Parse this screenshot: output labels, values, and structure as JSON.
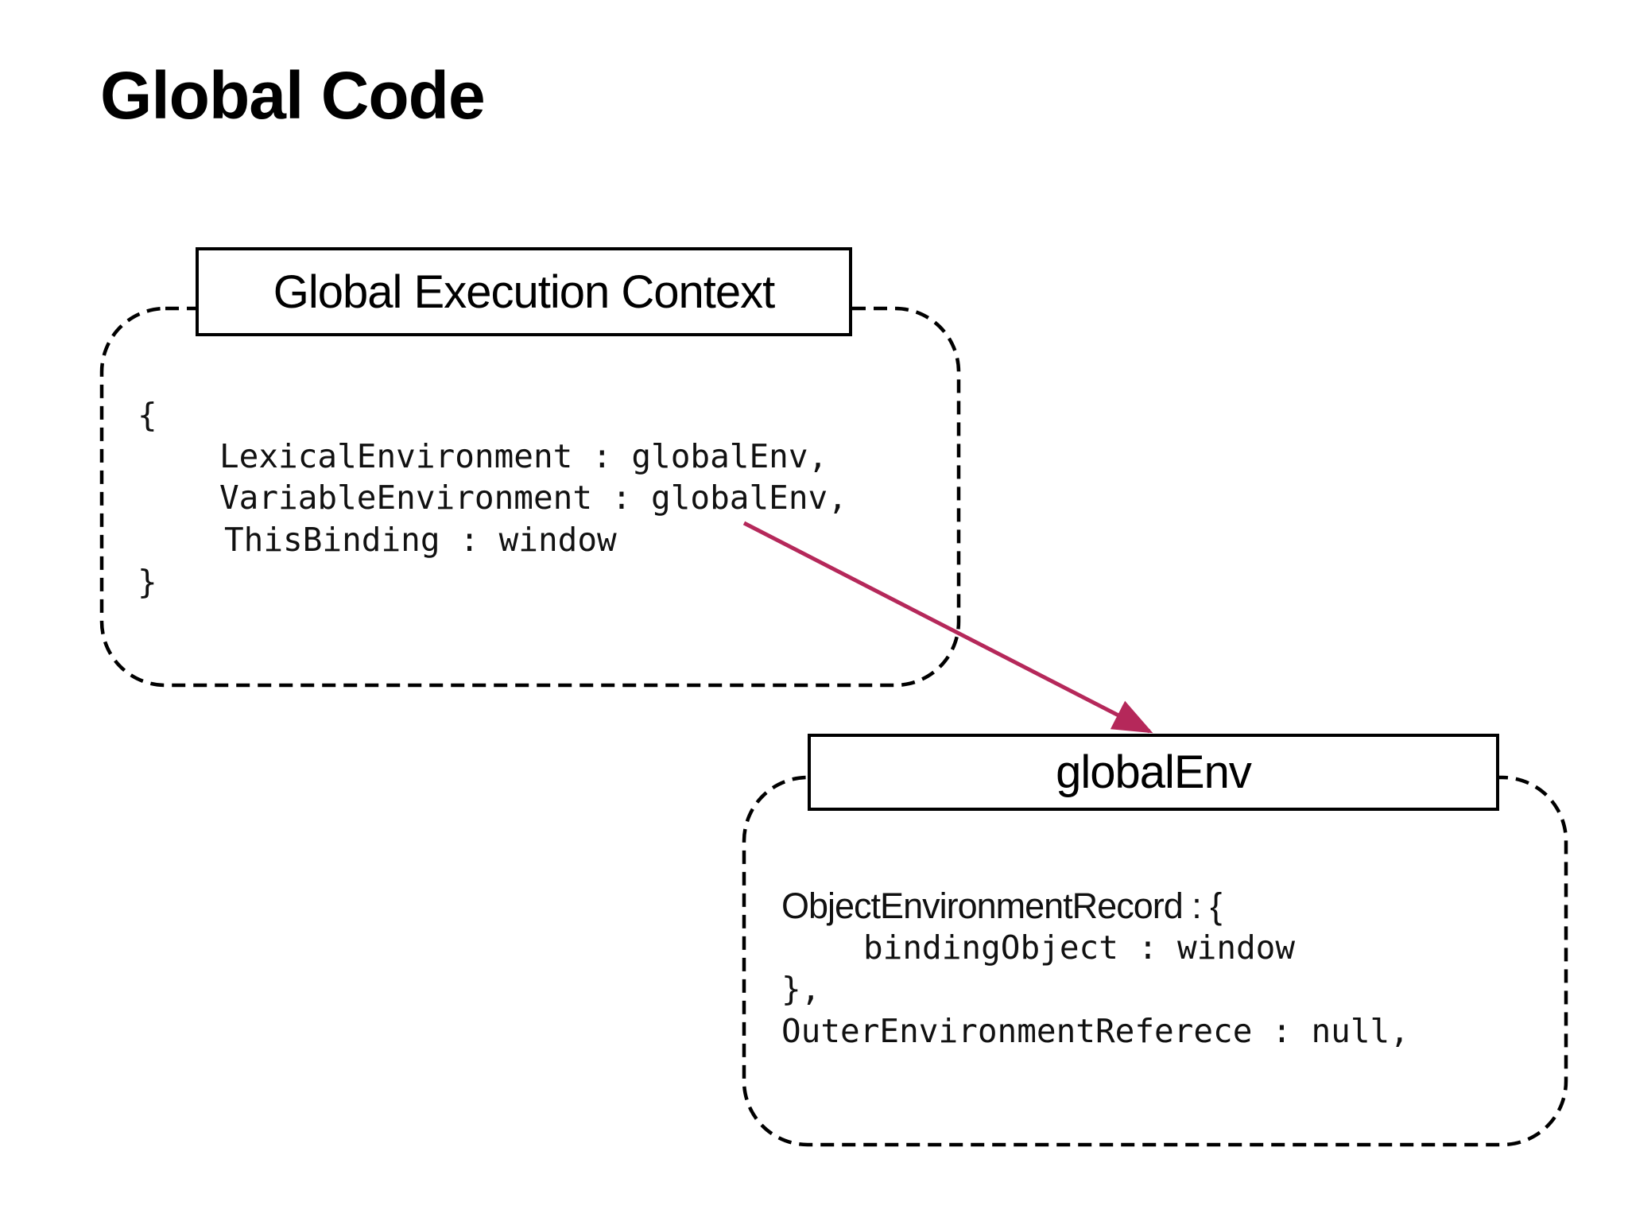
{
  "slide": {
    "title": "Global Code"
  },
  "execution_context": {
    "label": "Global Execution Context",
    "open_brace": "{",
    "lexical_environment": "LexicalEnvironment : globalEnv,",
    "variable_environment": "VariableEnvironment : globalEnv,",
    "this_binding": "ThisBinding : window",
    "close_brace": "}"
  },
  "global_env": {
    "label": "globalEnv",
    "object_record_open": "ObjectEnvironmentRecord : {",
    "binding_object": "bindingObject : window",
    "object_record_close": "},",
    "outer_reference": "OuterEnvironmentReferece : null,"
  },
  "colors": {
    "arrow": "#b5285a",
    "border": "#000000",
    "background": "#ffffff"
  }
}
